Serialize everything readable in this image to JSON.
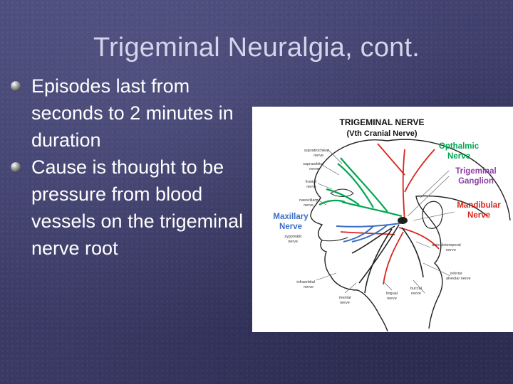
{
  "slide": {
    "title": "Trigeminal Neuralgia, cont.",
    "bullets": [
      "Episodes last from seconds to 2 minutes in duration",
      "Cause is thought to be pressure from blood vessels on the trigeminal nerve root"
    ]
  },
  "diagram": {
    "title": "TRIGEMINAL NERVE",
    "subtitle": "(Vth Cranial Nerve)",
    "labels": {
      "opthalmic_1": "Opthalmic",
      "opthalmic_2": "Nerve",
      "ganglion_1": "Trigeminal",
      "ganglion_2": "Ganglion",
      "mandibular_1": "Mandibular",
      "mandibular_2": "Nerve",
      "maxillary_1": "Maxillary",
      "maxillary_2": "Nerve"
    },
    "small_labels": {
      "supratrochlear_1": "supratrochlear",
      "supratrochlear_2": "nerve",
      "supraorbital_1": "supraorbital",
      "supraorbital_2": "nerve",
      "frontal_1": "frontal",
      "frontal_2": "nerve",
      "nasociliary_1": "nasociliary",
      "nasociliary_2": "nerve",
      "zygomatic_1": "zygomatic",
      "zygomatic_2": "nerve",
      "auriculotemporal_1": "auriculotemporal",
      "auriculotemporal_2": "nerve",
      "inferior_alveolar_1": "inferior",
      "inferior_alveolar_2": "alveolar nerve",
      "infraorbital_1": "infraorbital",
      "infraorbital_2": "nerve",
      "lingual_1": "lingual",
      "lingual_2": "nerve",
      "buccal_1": "buccal",
      "buccal_2": "nerve",
      "mental_1": "mental",
      "mental_2": "nerve"
    },
    "colors": {
      "opthalmic": "#00a651",
      "ganglion": "#8b3fa0",
      "mandibular": "#d7261e",
      "maxillary": "#3b6fc7"
    }
  }
}
